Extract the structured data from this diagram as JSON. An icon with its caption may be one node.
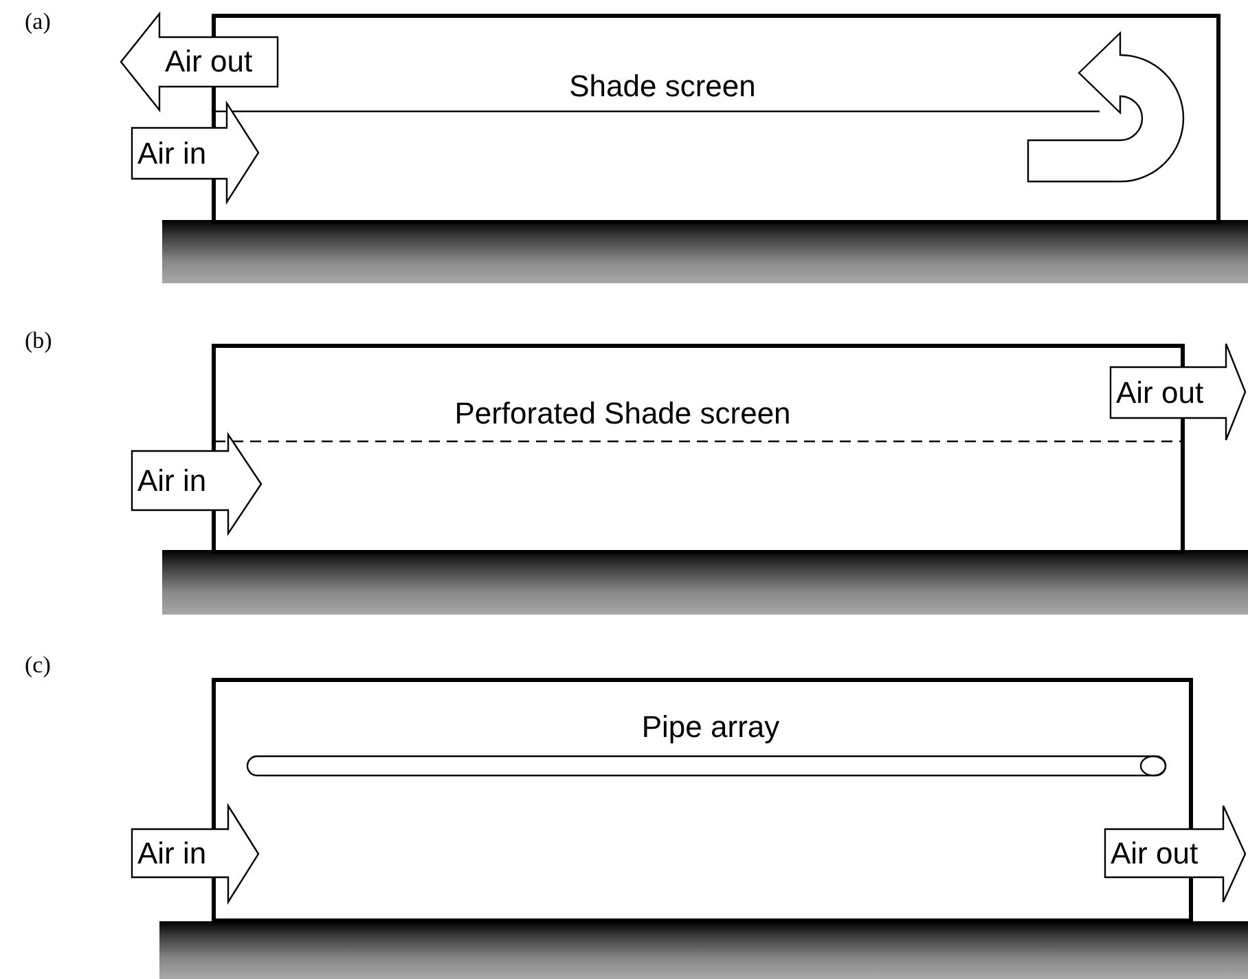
{
  "diagram": {
    "nodes": [
      {
        "text": [
          "Air out"
        ]
      },
      {
        "text": [
          "Air in"
        ]
      },
      {
        "text": [
          "Air out"
        ]
      },
      {
        "text": [
          "Air in"
        ]
      },
      {
        "text": [
          "Air in"
        ]
      },
      {
        "text": [
          "Air out"
        ]
      }
    ],
    "labels": [
      "(a)",
      "Shade screen",
      "(b)",
      "Perforated Shade screen",
      "(c)",
      "Pipe array"
    ]
  }
}
